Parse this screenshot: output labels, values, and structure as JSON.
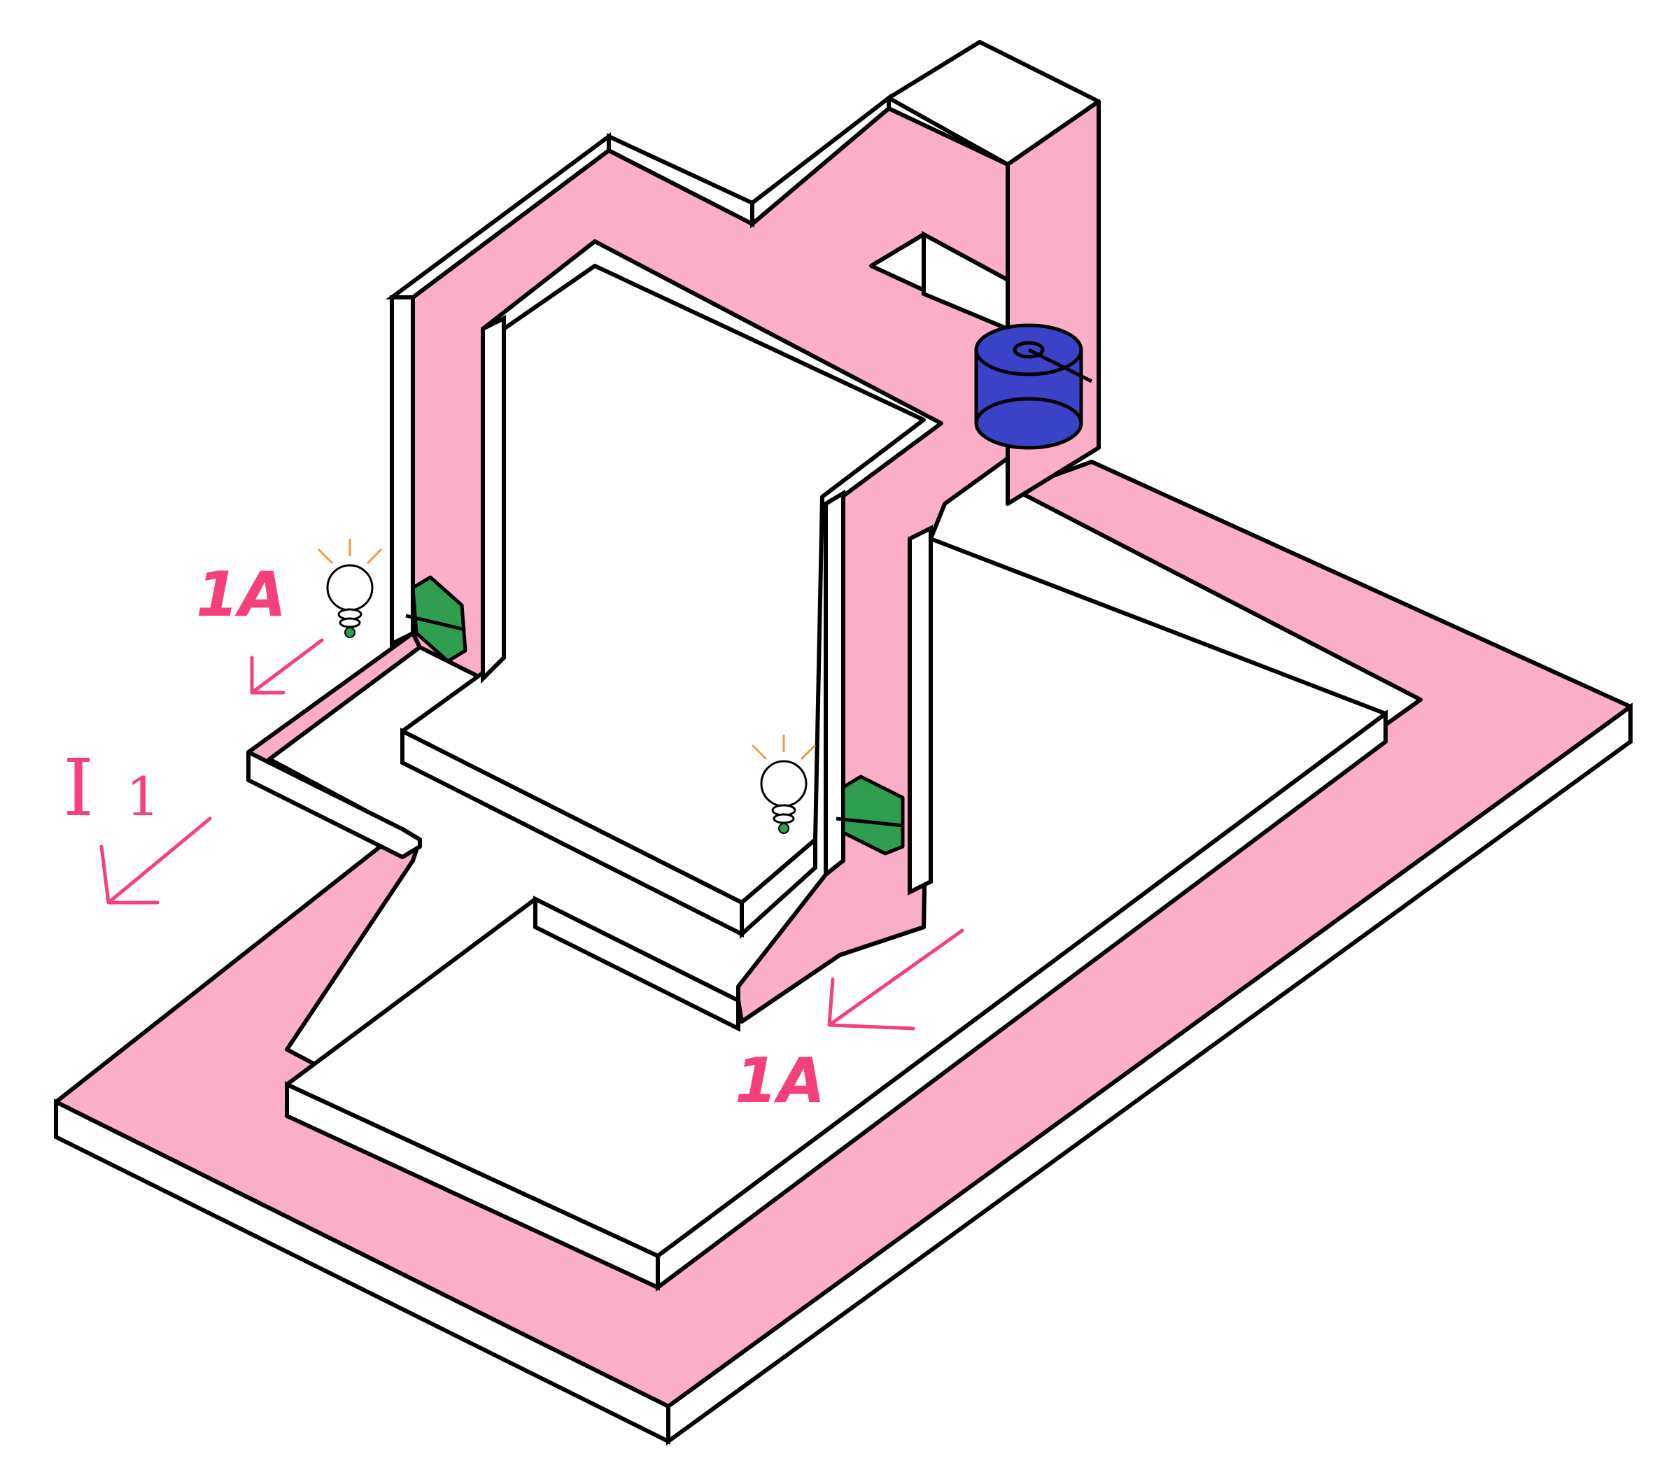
{
  "labels": {
    "total_current_symbol": "I",
    "total_current_subscript": "1",
    "branch_current_left": "1A",
    "branch_current_right": "1A"
  },
  "colors": {
    "current_path": "#fbaec8",
    "conductor_edge": "#000000",
    "annotation": "#f5407a",
    "battery": "#3a43c8",
    "switch": "#2f9e4f",
    "bulb_rays": "#f29a3c"
  },
  "components": {
    "battery": "cylinder-battery",
    "bulbs": [
      "bulb-left",
      "bulb-right"
    ],
    "switches": [
      "switch-left",
      "switch-right"
    ]
  }
}
